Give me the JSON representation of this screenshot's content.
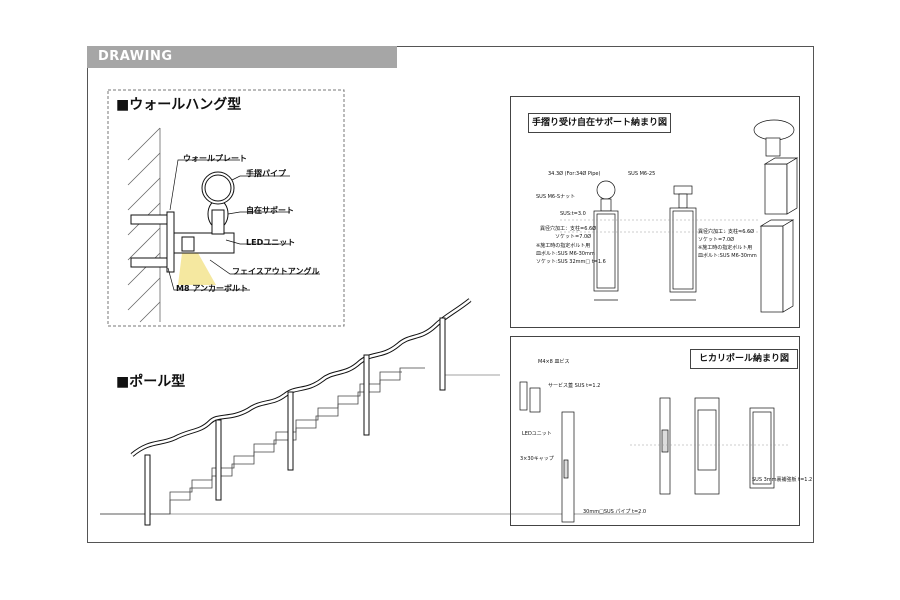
{
  "header": {
    "title": "DRAWING"
  },
  "wall_hang": {
    "heading": "■ウォールハング型",
    "labels": {
      "wall_plate": "ウォールプレート",
      "handrail_pipe": "手摺パイプ",
      "free_support": "自在サポート",
      "led_unit": "LEDユニット",
      "face_out_angle": "フェイスアウトアングル",
      "anchor_bolt": "M8 アンカーボルト"
    }
  },
  "pole": {
    "heading": "■ポール型"
  },
  "support_detail": {
    "title": "手摺り受け自在サポート納まり図",
    "notes": [
      "34.3Ø (For:34Ø Pipe)",
      "SUS M6-25",
      "SUS M6-Sナット",
      "SUS:t=3.0",
      "異径穴加工：支柱=6.6Ø",
      "ソケット=7.0Ø",
      "※施工時の指定ボルト用",
      "皿ボルト:SUS M6-30mm",
      "ソケット:SUS 32mm□ t=1.6",
      "異径穴加工：支柱=6.6Ø",
      "ソケット=7.0Ø",
      "※施工時の指定ボルト用",
      "皿ボルト:SUS M6-30mm"
    ]
  },
  "pole_detail": {
    "title": "ヒカリポール納まり図",
    "notes": [
      "M4×8 皿ビス",
      "サービス蓋 SUS t=1.2",
      "LEDユニット",
      "3×30キャップ",
      "30mm□SUS パイプ t=2.0",
      "SUS 3mm裏補強板 t=1.2"
    ]
  }
}
